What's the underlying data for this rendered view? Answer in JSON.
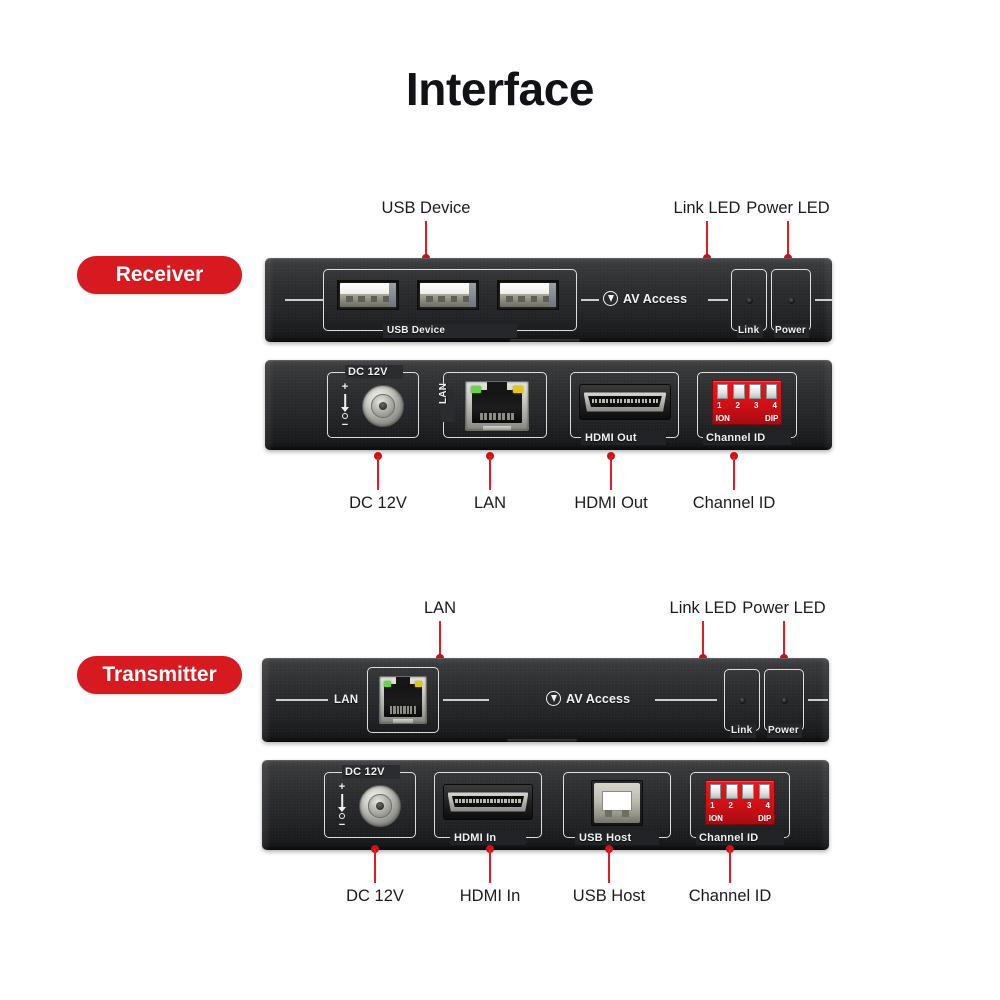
{
  "page": {
    "title": "Interface",
    "accent_red": "#d71920",
    "callout_red": "#e01d24",
    "background": "#ffffff"
  },
  "brand": {
    "name": "AV Access",
    "mark": "av-access-logo-mark"
  },
  "devices": [
    {
      "badge": "Receiver",
      "front": {
        "silk_labels": {
          "usb": "USB Device",
          "link": "Link",
          "power": "Power"
        },
        "callouts": [
          {
            "label": "USB Device"
          },
          {
            "label": "Link LED"
          },
          {
            "label": "Power LED"
          }
        ]
      },
      "rear": {
        "silk_labels": {
          "dc": "DC 12V",
          "lan": "LAN",
          "hdmi": "HDMI Out",
          "dip": "Channel ID"
        },
        "dip": {
          "numbers": [
            "1",
            "2",
            "3",
            "4"
          ],
          "on_text": "ION",
          "dip_text": "DIP"
        },
        "callouts": [
          {
            "label": "DC 12V"
          },
          {
            "label": "LAN"
          },
          {
            "label": "HDMI Out"
          },
          {
            "label": "Channel ID"
          }
        ]
      }
    },
    {
      "badge": "Transmitter",
      "front": {
        "silk_labels": {
          "lan": "LAN",
          "link": "Link",
          "power": "Power"
        },
        "callouts": [
          {
            "label": "LAN"
          },
          {
            "label": "Link LED"
          },
          {
            "label": "Power LED"
          }
        ]
      },
      "rear": {
        "silk_labels": {
          "dc": "DC 12V",
          "hdmi": "HDMI In",
          "usb": "USB Host",
          "dip": "Channel ID"
        },
        "dip": {
          "numbers": [
            "1",
            "2",
            "3",
            "4"
          ],
          "on_text": "ION",
          "dip_text": "DIP"
        },
        "callouts": [
          {
            "label": "DC 12V"
          },
          {
            "label": "HDMI In"
          },
          {
            "label": "USB Host"
          },
          {
            "label": "Channel ID"
          }
        ]
      }
    }
  ],
  "polarity": {
    "plus": "+",
    "minus": "−"
  }
}
